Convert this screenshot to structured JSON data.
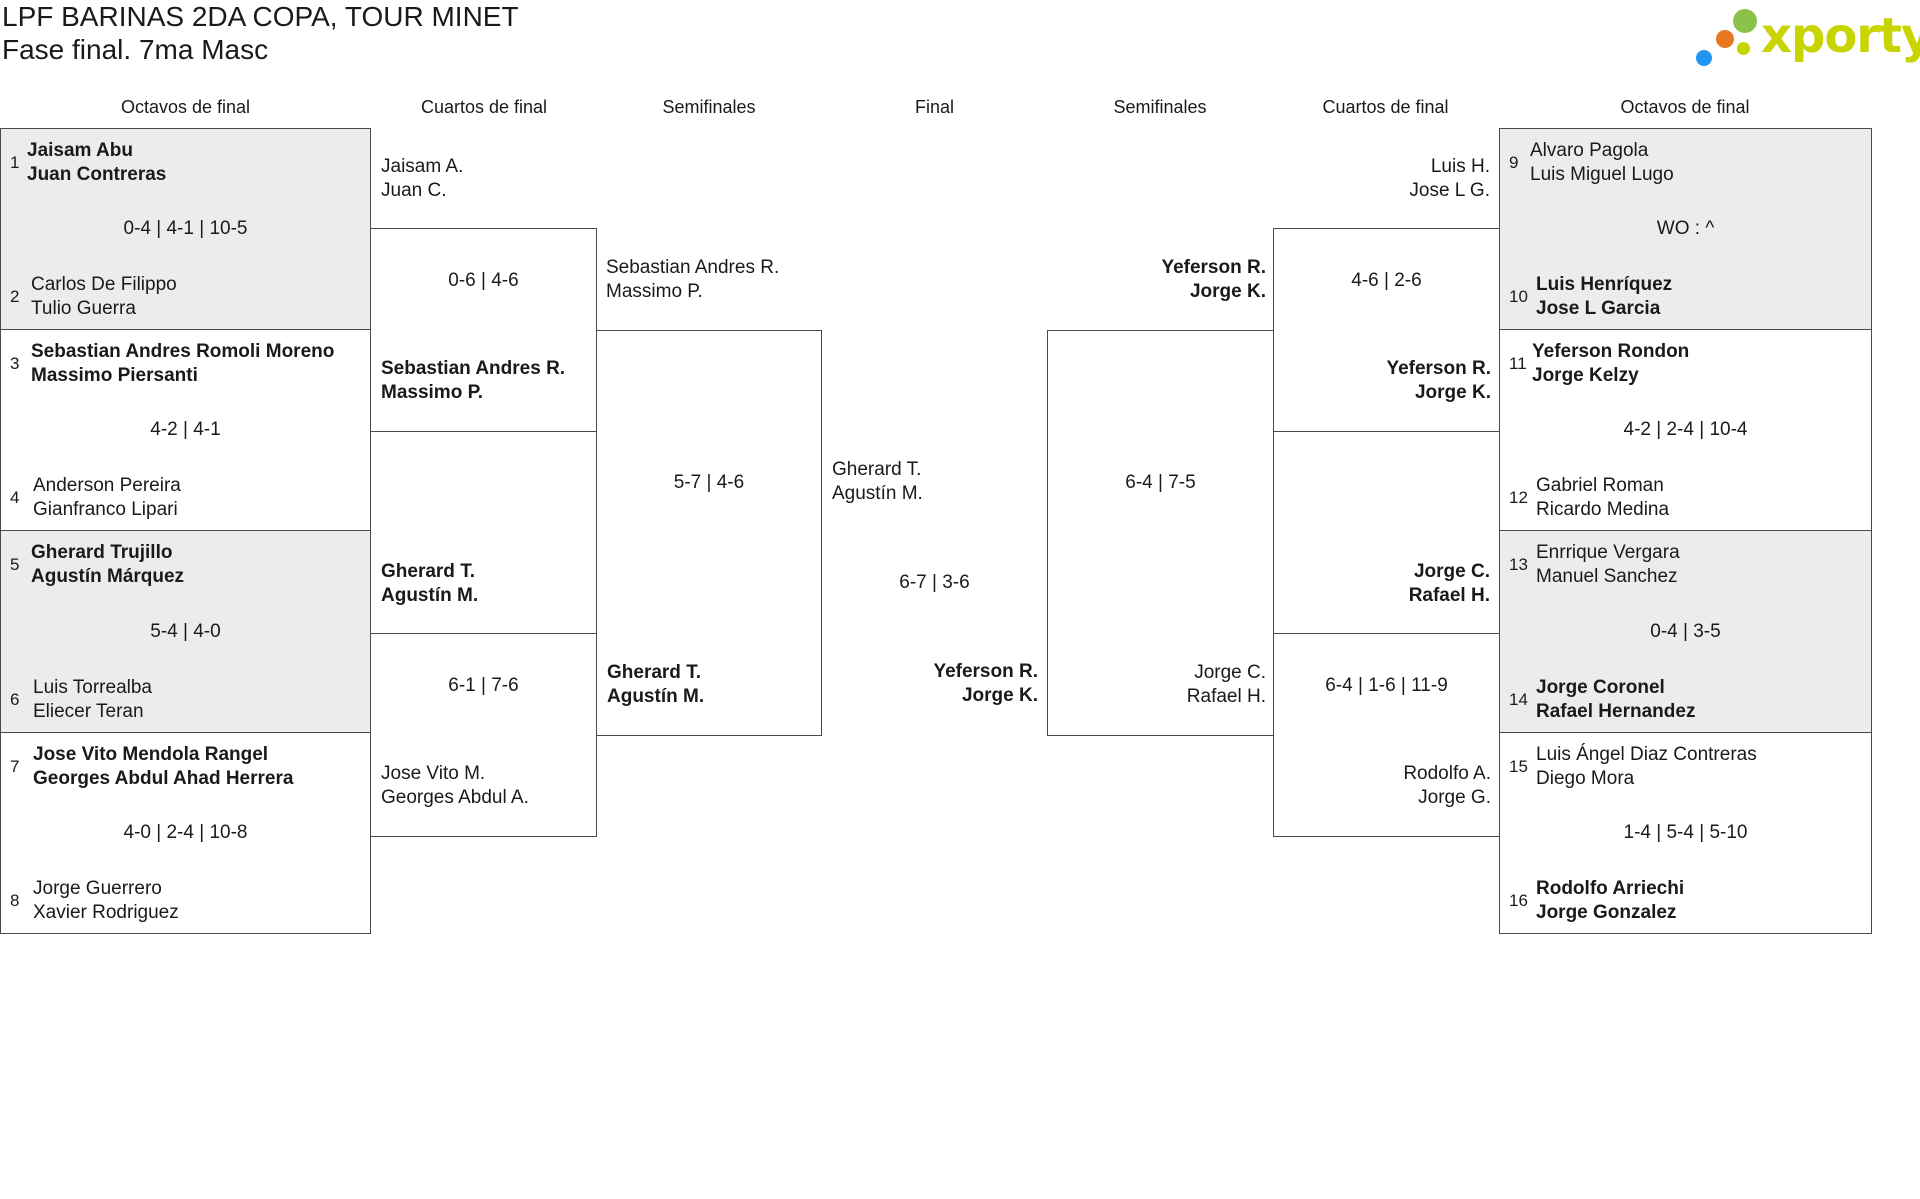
{
  "header": {
    "title_line1": "LPF BARINAS 2DA COPA, TOUR MINET",
    "title_line2": "Fase final. 7ma Masc",
    "brand": "xporty",
    "brand_color": "#c8d400",
    "brand_dot_colors": [
      "#2196f3",
      "#e87722",
      "#8bc34a"
    ]
  },
  "rounds": {
    "left": [
      "Octavos de final",
      "Cuartos de final",
      "Semifinales"
    ],
    "center": "Final",
    "right": [
      "Semifinales",
      "Cuartos de final",
      "Octavos de final"
    ]
  },
  "left_r16": [
    {
      "seed_a": "1",
      "a1": "Jaisam Abu",
      "a2": "Juan Contreras",
      "seed_b": "2",
      "b1": "Carlos De Filippo",
      "b2": "Tulio Guerra",
      "score": "0-4 | 4-1 | 10-5",
      "winner": "a"
    },
    {
      "seed_a": "3",
      "a1": "Sebastian Andres Romoli Moreno",
      "a2": "Massimo Piersanti",
      "seed_b": "4",
      "b1": "Anderson Pereira",
      "b2": "Gianfranco Lipari",
      "score": "4-2 | 4-1",
      "winner": "a"
    },
    {
      "seed_a": "5",
      "a1": "Gherard Trujillo",
      "a2": "Agustín Márquez",
      "seed_b": "6",
      "b1": "Luis Torrealba",
      "b2": "Eliecer Teran",
      "score": "5-4 | 4-0",
      "winner": "a"
    },
    {
      "seed_a": "7",
      "a1": "Jose Vito Mendola Rangel",
      "a2": "Georges Abdul Ahad Herrera",
      "seed_b": "8",
      "b1": "Jorge Guerrero",
      "b2": "Xavier Rodriguez",
      "score": "4-0 | 2-4 | 10-8",
      "winner": "a"
    }
  ],
  "right_r16": [
    {
      "seed_a": "9",
      "a1": "Alvaro Pagola",
      "a2": "Luis Miguel Lugo",
      "seed_b": "10",
      "b1": "Luis Henríquez",
      "b2": "Jose L Garcia",
      "score": "WO : ^",
      "winner": "b"
    },
    {
      "seed_a": "11",
      "a1": "Yeferson Rondon",
      "a2": "Jorge Kelzy",
      "seed_b": "12",
      "b1": "Gabriel Roman",
      "b2": "Ricardo Medina",
      "score": "4-2 | 2-4 | 10-4",
      "winner": "a"
    },
    {
      "seed_a": "13",
      "a1": "Enrrique Vergara",
      "a2": "Manuel Sanchez",
      "seed_b": "14",
      "b1": "Jorge Coronel",
      "b2": "Rafael Hernandez",
      "score": "0-4 | 3-5",
      "winner": "b"
    },
    {
      "seed_a": "15",
      "a1": "Luis Ángel Diaz Contreras",
      "a2": "Diego Mora",
      "seed_b": "16",
      "b1": "Rodolfo Arriechi",
      "b2": "Jorge Gonzalez",
      "score": "1-4 | 5-4 | 5-10",
      "winner": "b"
    }
  ],
  "left_qf": [
    {
      "a1": "Jaisam A.",
      "a2": "Juan C.",
      "b1": "Sebastian Andres R.",
      "b2": "Massimo P.",
      "score": "0-6 | 4-6",
      "winner": "b"
    },
    {
      "a1": "Gherard T.",
      "a2": "Agustín M.",
      "b1": "Jose Vito M.",
      "b2": "Georges Abdul A.",
      "score": "6-1 | 7-6",
      "winner": "a"
    }
  ],
  "right_qf": [
    {
      "a1": "Luis H.",
      "a2": "Jose L G.",
      "b1": "Yeferson R.",
      "b2": "Jorge K.",
      "score": "4-6 | 2-6",
      "winner": "b"
    },
    {
      "a1": "Jorge C.",
      "a2": "Rafael H.",
      "b1": "Rodolfo A.",
      "b2": "Jorge G.",
      "score": "6-4 | 1-6 | 11-9",
      "winner": "a"
    }
  ],
  "left_sf": {
    "a1": "Sebastian Andres R.",
    "a2": "Massimo P.",
    "b1": "Gherard T.",
    "b2": "Agustín M.",
    "score": "5-7 | 4-6",
    "winner": "b"
  },
  "right_sf": {
    "a1": "Yeferson R.",
    "a2": "Jorge K.",
    "b1": "Jorge C.",
    "b2": "Rafael H.",
    "score": "6-4 | 7-5",
    "winner": "a"
  },
  "final": {
    "a1": "Gherard T.",
    "a2": "Agustín M.",
    "b1": "Yeferson R.",
    "b2": "Jorge K.",
    "score": "6-7 | 3-6",
    "winner": "b"
  }
}
